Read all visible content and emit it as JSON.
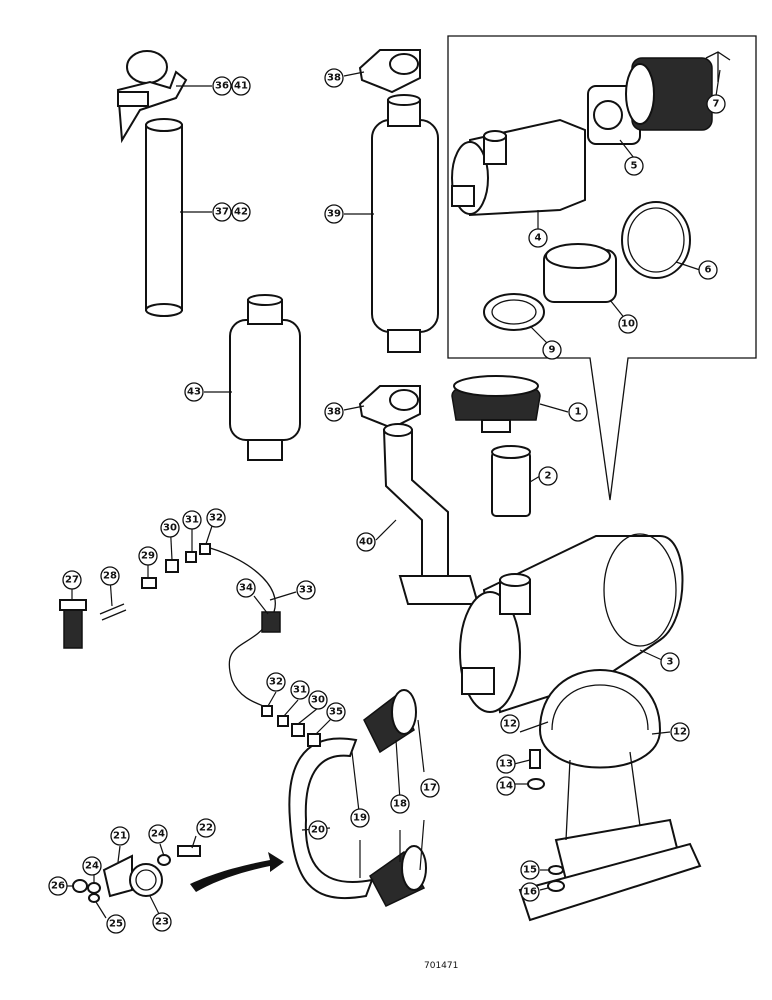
{
  "diagram": {
    "drawing_number": "701471",
    "callouts": [
      {
        "id": "c36",
        "label": "36"
      },
      {
        "id": "c41",
        "label": "41"
      },
      {
        "id": "c37",
        "label": "37"
      },
      {
        "id": "c42",
        "label": "42"
      },
      {
        "id": "c43",
        "label": "43"
      },
      {
        "id": "c38a",
        "label": "38"
      },
      {
        "id": "c39",
        "label": "39"
      },
      {
        "id": "c38b",
        "label": "38"
      },
      {
        "id": "c40",
        "label": "40"
      },
      {
        "id": "c7",
        "label": "7"
      },
      {
        "id": "c5",
        "label": "5"
      },
      {
        "id": "c4",
        "label": "4"
      },
      {
        "id": "c6",
        "label": "6"
      },
      {
        "id": "c10",
        "label": "10"
      },
      {
        "id": "c9",
        "label": "9"
      },
      {
        "id": "c1",
        "label": "1"
      },
      {
        "id": "c2",
        "label": "2"
      },
      {
        "id": "c3",
        "label": "3"
      },
      {
        "id": "c30a",
        "label": "30"
      },
      {
        "id": "c31a",
        "label": "31"
      },
      {
        "id": "c32a",
        "label": "32"
      },
      {
        "id": "c29",
        "label": "29"
      },
      {
        "id": "c27",
        "label": "27"
      },
      {
        "id": "c28",
        "label": "28"
      },
      {
        "id": "c34",
        "label": "34"
      },
      {
        "id": "c33",
        "label": "33"
      },
      {
        "id": "c32b",
        "label": "32"
      },
      {
        "id": "c31b",
        "label": "31"
      },
      {
        "id": "c30b",
        "label": "30"
      },
      {
        "id": "c35",
        "label": "35"
      },
      {
        "id": "c12a",
        "label": "12"
      },
      {
        "id": "c12b",
        "label": "12"
      },
      {
        "id": "c13",
        "label": "13"
      },
      {
        "id": "c14",
        "label": "14"
      },
      {
        "id": "c17",
        "label": "17"
      },
      {
        "id": "c18",
        "label": "18"
      },
      {
        "id": "c19",
        "label": "19"
      },
      {
        "id": "c20",
        "label": "20"
      },
      {
        "id": "c21",
        "label": "21"
      },
      {
        "id": "c24a",
        "label": "24"
      },
      {
        "id": "c22",
        "label": "22"
      },
      {
        "id": "c24b",
        "label": "24"
      },
      {
        "id": "c26",
        "label": "26"
      },
      {
        "id": "c25",
        "label": "25"
      },
      {
        "id": "c23",
        "label": "23"
      },
      {
        "id": "c15",
        "label": "15"
      },
      {
        "id": "c16",
        "label": "16"
      }
    ]
  }
}
